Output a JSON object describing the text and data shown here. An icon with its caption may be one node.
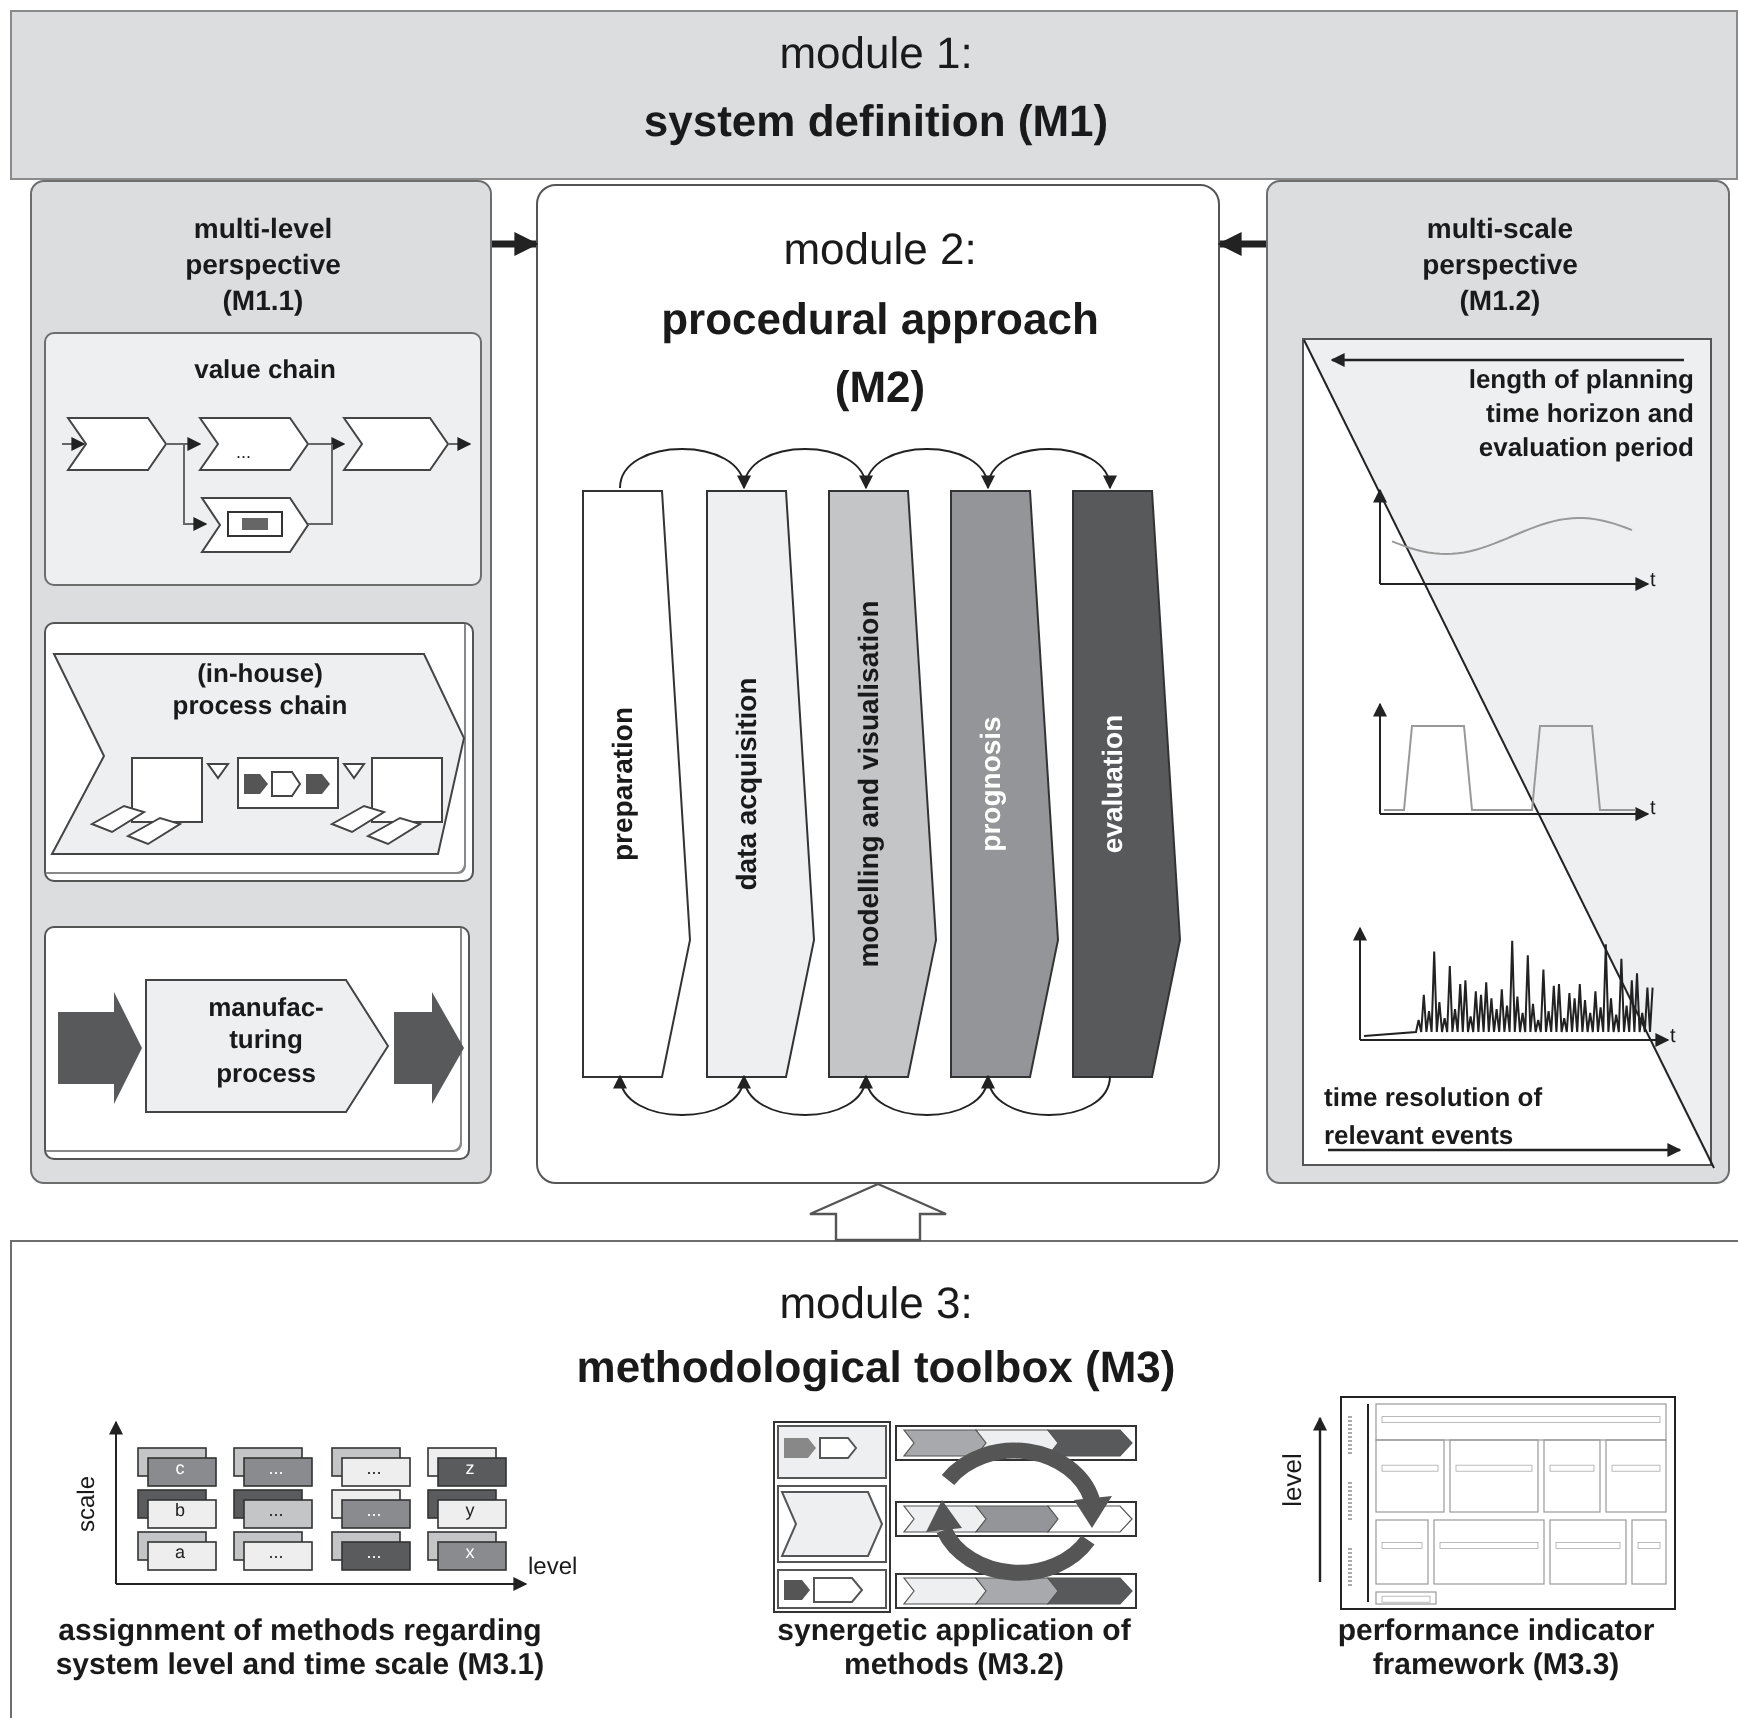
{
  "diagram": {
    "nodes": [
      {
        "text": [
          "module 1:",
          "system definition (M1)"
        ]
      },
      {
        "text": [
          "multi-level perspective (M1.1)"
        ]
      },
      {
        "text": [
          "value chain"
        ],
        "in": 1
      },
      {
        "text": [
          "(in-house) process chain"
        ],
        "in": 1
      },
      {
        "text": [
          "manufac- turing process"
        ],
        "in": 1
      },
      {
        "text": [
          "module 2:",
          "procedural approach (M2)"
        ]
      },
      {
        "text": [
          "preparation"
        ],
        "in": 5
      },
      {
        "text": [
          "data acquisition"
        ],
        "in": 5
      },
      {
        "text": [
          "modelling and visualisation"
        ],
        "in": 5
      },
      {
        "text": [
          "prognosis"
        ],
        "in": 5
      },
      {
        "text": [
          "evaluation"
        ],
        "in": 5
      },
      {
        "text": [
          "multi-scale perspective (M1.2)"
        ]
      },
      {
        "text": [
          "length of planning time horizon and evaluation period",
          "time resolution of relevant events"
        ],
        "in": 11
      },
      {
        "text": [
          "module 3:",
          "methodological toolbox (M3)"
        ]
      }
    ],
    "edges": [
      {
        "from": 1,
        "to": 5,
        "arrow": "to",
        "style": "thick"
      },
      {
        "from": 11,
        "to": 5,
        "arrow": "to",
        "style": "thick"
      },
      {
        "from": 6,
        "to": 7,
        "arrow": "to"
      },
      {
        "from": 7,
        "to": 8,
        "arrow": "to"
      },
      {
        "from": 8,
        "to": 9,
        "arrow": "to"
      },
      {
        "from": 9,
        "to": 10,
        "arrow": "to"
      },
      {
        "from": 7,
        "to": 6,
        "arrow": "to"
      },
      {
        "from": 8,
        "to": 7,
        "arrow": "to"
      },
      {
        "from": 9,
        "to": 8,
        "arrow": "to"
      },
      {
        "from": 10,
        "to": 9,
        "arrow": "to"
      },
      {
        "from": 13,
        "to": 5,
        "arrow": "to"
      }
    ],
    "labels": [
      "...",
      "t",
      "t",
      "t",
      "scale",
      "c",
      "...",
      "...",
      "z",
      "b",
      "...",
      "...",
      "y",
      "a",
      "...",
      "...",
      "x",
      "level",
      "level",
      "assignment of methods regarding system level and time scale (M3.1)",
      "synergetic application of methods (M3.2)",
      "performance indicator framework (M3.3)"
    ]
  }
}
